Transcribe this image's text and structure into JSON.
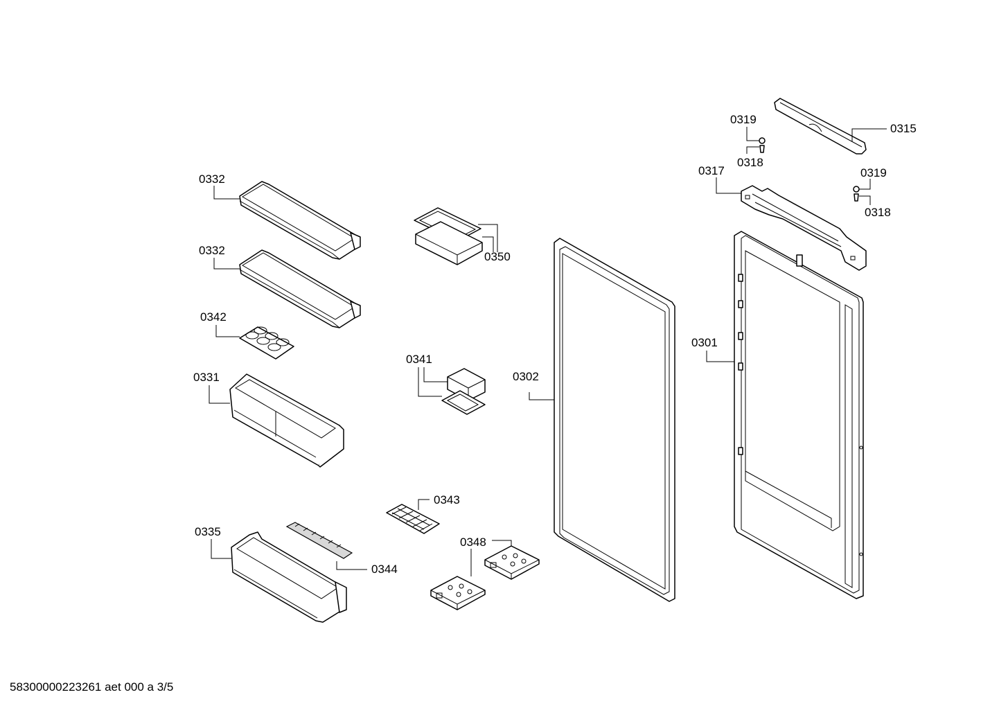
{
  "labels": {
    "p0332a": "0332",
    "p0332b": "0332",
    "p0342": "0342",
    "p0331": "0331",
    "p0335": "0335",
    "p0344": "0344",
    "p0343": "0343",
    "p0348": "0348",
    "p0341": "0341",
    "p0350": "0350",
    "p0302": "0302",
    "p0301": "0301",
    "p0317": "0317",
    "p0319a": "0319",
    "p0318a": "0318",
    "p0315": "0315",
    "p0319b": "0319",
    "p0318b": "0318"
  },
  "footer": "58300000223261 aet 000 a 3/5"
}
